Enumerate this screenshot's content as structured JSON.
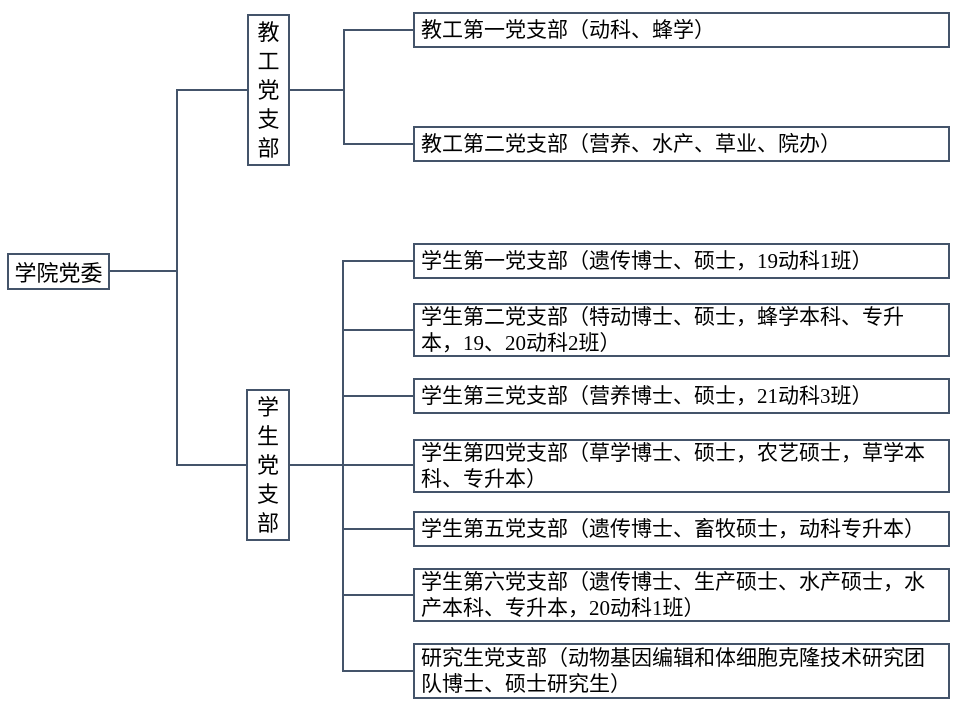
{
  "colors": {
    "connector_line": "#44546A",
    "box_border": "#44546A",
    "text": "#000000",
    "background": "#FFFFFF"
  },
  "org": {
    "root": "学院党委",
    "faculty_branch": "教工党支部",
    "student_branch": "学生党支部",
    "faculty_children": [
      "教工第一党支部（动科、蜂学）",
      "教工第二党支部（营养、水产、草业、院办）"
    ],
    "student_children": [
      "学生第一党支部（遗传博士、硕士，19动科1班）",
      "学生第二党支部（特动博士、硕士，蜂学本科、专升本，19、20动科2班）",
      "学生第三党支部（营养博士、硕士，21动科3班）",
      "学生第四党支部（草学博士、硕士，农艺硕士，草学本科、专升本）",
      "学生第五党支部（遗传博士、畜牧硕士，动科专升本）",
      "学生第六党支部（遗传博士、生产硕士、水产硕士，水产本科、专升本，20动科1班）",
      "研究生党支部（动物基因编辑和体细胞克隆技术研究团队博士、硕士研究生）"
    ]
  }
}
